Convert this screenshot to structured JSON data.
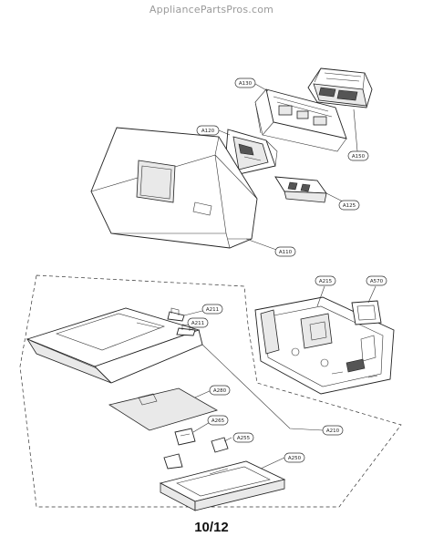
{
  "header": {
    "watermark": "AppliancePartsPros.com"
  },
  "footer": {
    "page_number": "10/12"
  },
  "callouts": {
    "A130": "A130",
    "A120": "A120",
    "A150": "A150",
    "A125": "A125",
    "A110": "A110",
    "A215": "A215",
    "A570": "A570",
    "A211a": "A211",
    "A211b": "A211",
    "A280": "A280",
    "A265": "A265",
    "A255": "A255",
    "A210": "A210",
    "A250": "A250"
  }
}
